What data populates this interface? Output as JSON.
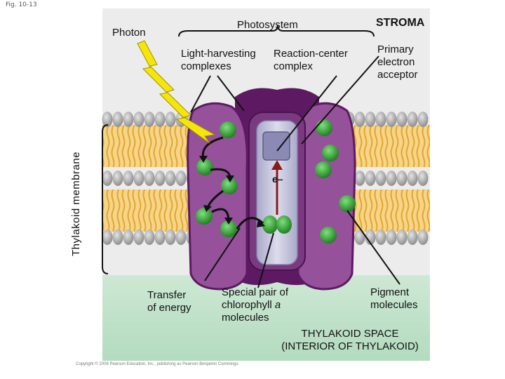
{
  "figure_label": "Fig. 10-13",
  "labels": {
    "stroma": "STROMA",
    "photon": "Photon",
    "photosystem": "Photosystem",
    "light_harvesting_1": "Light-harvesting",
    "light_harvesting_2": "complexes",
    "reaction_center_1": "Reaction-center",
    "reaction_center_2": "complex",
    "primary_acceptor_1": "Primary",
    "primary_acceptor_2": "electron",
    "primary_acceptor_3": "acceptor",
    "thylakoid_membrane": "Thylakoid membrane",
    "electron": "e–",
    "transfer_1": "Transfer",
    "transfer_2": "of energy",
    "special_pair_1": "Special pair of",
    "special_pair_2": "chlorophyll",
    "special_pair_2_italic": "a",
    "special_pair_3": "molecules",
    "pigment_1": "Pigment",
    "pigment_2": "molecules",
    "thylakoid_space_1": "THYLAKOID SPACE",
    "thylakoid_space_2": "(INTERIOR OF THYLAKOID)",
    "copyright": "Copyright © 2008 Pearson Education, Inc., publishing as Pearson Benjamin Cummings."
  },
  "colors": {
    "stroma_bg": "#e8e8e8",
    "lumen_bg": "#bfe0c8",
    "lipid_tail": "#f0c050",
    "lipid_head": "#b0b0b0",
    "complex_dark": "#6a1f6e",
    "complex_mid": "#9a4f9e",
    "reaction_center": "#c8c8dc",
    "chlorophyll": "#2aa02a",
    "photon": "#f2e200"
  },
  "icons": [
    "photon-lightning-icon",
    "electron-arrow-icon",
    "energy-transfer-arrow-icon"
  ]
}
